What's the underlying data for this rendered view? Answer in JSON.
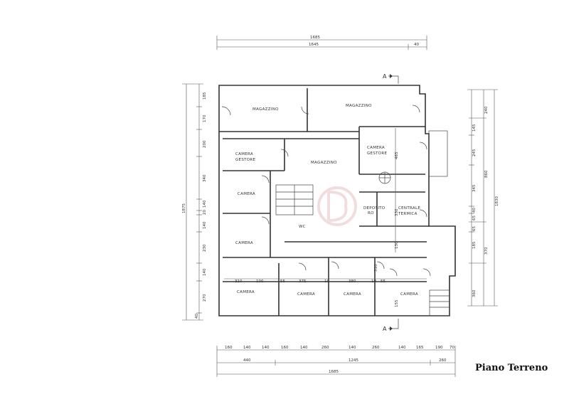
{
  "caption": "Piano Terreno",
  "section_marker": "A",
  "rooms": {
    "magazzino_1": "MAGAZZINO",
    "magazzino_2": "MAGAZZINO",
    "magazzino_3": "MAGAZZINO",
    "camera_gestore_1": "CAMERA",
    "gestore_1": "GESTORE",
    "camera_gestore_2": "CAMERA",
    "gestore_2": "GESTORE",
    "camera_1": "CAMERA",
    "camera_2": "CAMERA",
    "camera_3": "CAMERA",
    "camera_4": "CAMERA",
    "camera_5": "CAMERA",
    "camera_6": "CAMERA",
    "deposito_1": "DEPOSITO",
    "deposito_2": "RO",
    "centrale_1": "CENTRALE",
    "centrale_2": "TERMICA",
    "wc": "WC"
  },
  "dimensions": {
    "top_total": "1685",
    "top_a": "1645",
    "top_b": "40",
    "bottom_segments": [
      "160",
      "140",
      "140",
      "160",
      "140",
      "260",
      "140",
      "260",
      "140",
      "165",
      "190",
      "70"
    ],
    "bottom_mid": [
      "440",
      "1245",
      "260"
    ],
    "bottom_total": "1685",
    "left_total": "1875",
    "left_segments": [
      "185",
      "170",
      "200",
      "340",
      "140",
      "20",
      "140",
      "230",
      "140",
      "270",
      "40"
    ],
    "right_total": "1830",
    "right_a": [
      "240",
      "145",
      "245",
      "345",
      "40",
      "65",
      "65",
      "185",
      "370",
      "360"
    ],
    "right_b": [
      "860",
      "370"
    ],
    "inner_top_row": [
      "310",
      "100",
      "55",
      "375",
      "10",
      "380",
      "10",
      "55"
    ],
    "inner_vert": [
      "465",
      "330",
      "130",
      "310",
      "155"
    ]
  }
}
